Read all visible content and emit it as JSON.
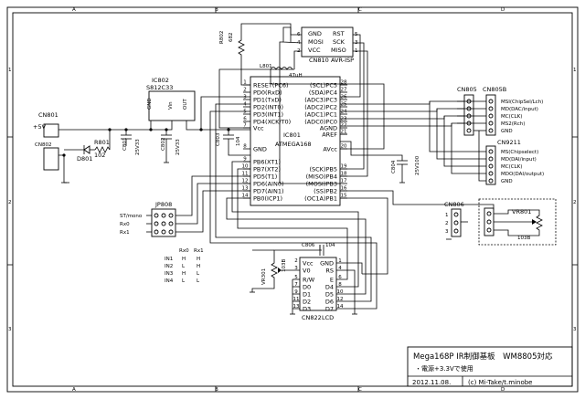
{
  "border": {
    "columns": [
      "A",
      "B",
      "C",
      "D"
    ],
    "rows": [
      "1",
      "2",
      "3"
    ]
  },
  "title_block": {
    "title": "Mega168P IR制御基板　WM8805対応",
    "note": "・電源+3.3Vで使用",
    "date": "2012.11.08.",
    "copyright": "(c) Mi-Take/t.minobe"
  },
  "mcu": {
    "ref": "IC801",
    "part": "ATMEGA168",
    "left_pins": [
      {
        "num": "1",
        "name": "RESET(PC6)"
      },
      {
        "num": "2",
        "name": "PD0(RxD)"
      },
      {
        "num": "3",
        "name": "PD1(TxD)"
      },
      {
        "num": "4",
        "name": "PD2(INT0)"
      },
      {
        "num": "5",
        "name": "PD3(INT1)"
      },
      {
        "num": "6",
        "name": "PD4(XCK/T0)"
      },
      {
        "num": "7",
        "name": "Vcc"
      },
      {
        "num": "8",
        "name": "GND"
      },
      {
        "num": "9",
        "name": "PB6(XT1)"
      },
      {
        "num": "10",
        "name": "PB7(XT2)"
      },
      {
        "num": "11",
        "name": "PD5(T1)"
      },
      {
        "num": "12",
        "name": "PD6(AIN0)"
      },
      {
        "num": "13",
        "name": "PD7(AIN1)"
      },
      {
        "num": "14",
        "name": "PB0(ICP1)"
      }
    ],
    "right_pins": [
      {
        "num": "28",
        "name": "(SCL)PC5"
      },
      {
        "num": "27",
        "name": "(SDA)PC4"
      },
      {
        "num": "26",
        "name": "(ADC3)PC3"
      },
      {
        "num": "25",
        "name": "(ADC2)PC2"
      },
      {
        "num": "24",
        "name": "(ADC1)PC1"
      },
      {
        "num": "23",
        "name": "(ADC0)PC0"
      },
      {
        "num": "22",
        "name": "AGND"
      },
      {
        "num": "21",
        "name": "AREF"
      },
      {
        "num": "20",
        "name": "AVcc"
      },
      {
        "num": "19",
        "name": "(SCK)PB5"
      },
      {
        "num": "18",
        "name": "(MISO)PB4"
      },
      {
        "num": "17",
        "name": "(MOSI)PB3"
      },
      {
        "num": "16",
        "name": "(SS)PB2"
      },
      {
        "num": "15",
        "name": "(OC1A)PB1"
      }
    ]
  },
  "isp": {
    "ref": "CN810",
    "part": "AVR-ISP",
    "left_labels": [
      "GND",
      "MOSI",
      "VCC"
    ],
    "right_labels": [
      "RST",
      "SCK",
      "MISO"
    ],
    "pin_numbers": [
      "6",
      "4",
      "2",
      "5",
      "3",
      "1"
    ]
  },
  "lcd": {
    "ref": "CN822",
    "part": "LCD",
    "left_labels": [
      "Vcc",
      "V0",
      "R/W",
      "D0",
      "D1",
      "D2",
      "D3"
    ],
    "right_labels": [
      "GND",
      "RS",
      "E",
      "D4",
      "D5",
      "D6",
      "D7"
    ],
    "left_pins": [
      "2",
      "3",
      "5",
      "7",
      "9",
      "11",
      "13"
    ],
    "right_pins": [
      "1",
      "4",
      "6",
      "8",
      "10",
      "12",
      "14"
    ]
  },
  "regulator": {
    "ref": "IC802",
    "part": "S812C33",
    "pin_labels": [
      "GND",
      "Vin",
      "OUT"
    ]
  },
  "power": {
    "connector": "CN801",
    "input_label": "+5V",
    "connector2": "CN802",
    "led": "D801",
    "resistor": "R801",
    "resistor_value": "102"
  },
  "caps": [
    {
      "ref": "C801",
      "value": "25V33"
    },
    {
      "ref": "C802",
      "value": "25V33"
    },
    {
      "ref": "C803",
      "value": "104"
    },
    {
      "ref": "C804",
      "value": "25V100"
    },
    {
      "ref": "C806",
      "value": "104"
    }
  ],
  "r802": {
    "ref": "R802",
    "value": "682"
  },
  "l801": {
    "ref": "L801",
    "value": "47uH"
  },
  "cn805": {
    "ref": "CN805",
    "ref_b": "CN805B",
    "pins": [
      "MSI(ChipSel/Lch)",
      "MD(DAC/input)",
      "MC(CLK)",
      "MS2(Rch)",
      "GND"
    ]
  },
  "cn9211": {
    "ref": "CN9211",
    "pins": [
      "MS(Chipselect)",
      "MD(DAI/input)",
      "MC(CLK)",
      "MDO(DAI/output)",
      "GND"
    ]
  },
  "cn806": {
    "ref": "CN806",
    "pins": [
      "1",
      "2",
      "3"
    ]
  },
  "vr801": {
    "ref": "VR801",
    "value": "103B"
  },
  "vr301": {
    "ref": "VR301",
    "value": "103B"
  },
  "jp808": {
    "ref": "JP808",
    "labels": [
      "ST/mono",
      "Rx0",
      "Rx1"
    ]
  },
  "truth_table": {
    "header": [
      "Rx0",
      "Rx1"
    ],
    "rows": [
      {
        "name": "IN1",
        "a": "H",
        "b": "H"
      },
      {
        "name": "IN2",
        "a": "L",
        "b": "H"
      },
      {
        "name": "IN3",
        "a": "H",
        "b": "L"
      },
      {
        "name": "IN4",
        "a": "L",
        "b": "L"
      }
    ]
  }
}
